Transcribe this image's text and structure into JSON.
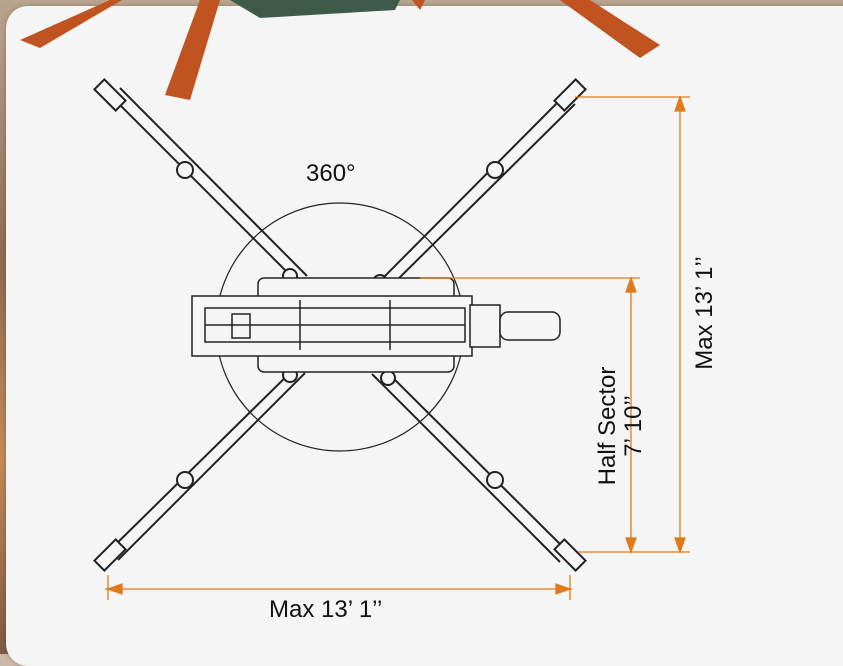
{
  "labels": {
    "rotation": "360°",
    "bottom_width": "Max 13’ 1’’",
    "right_height": "Max 13’ 1’’",
    "half_sector_title": "Half Sector",
    "half_sector_value": "7’ 10’’"
  },
  "colors": {
    "dimension_line": "#e07a1a",
    "outrigger_top": "#c0531f",
    "panel_bg": "#f5f5f5",
    "drawing": "#222222"
  }
}
